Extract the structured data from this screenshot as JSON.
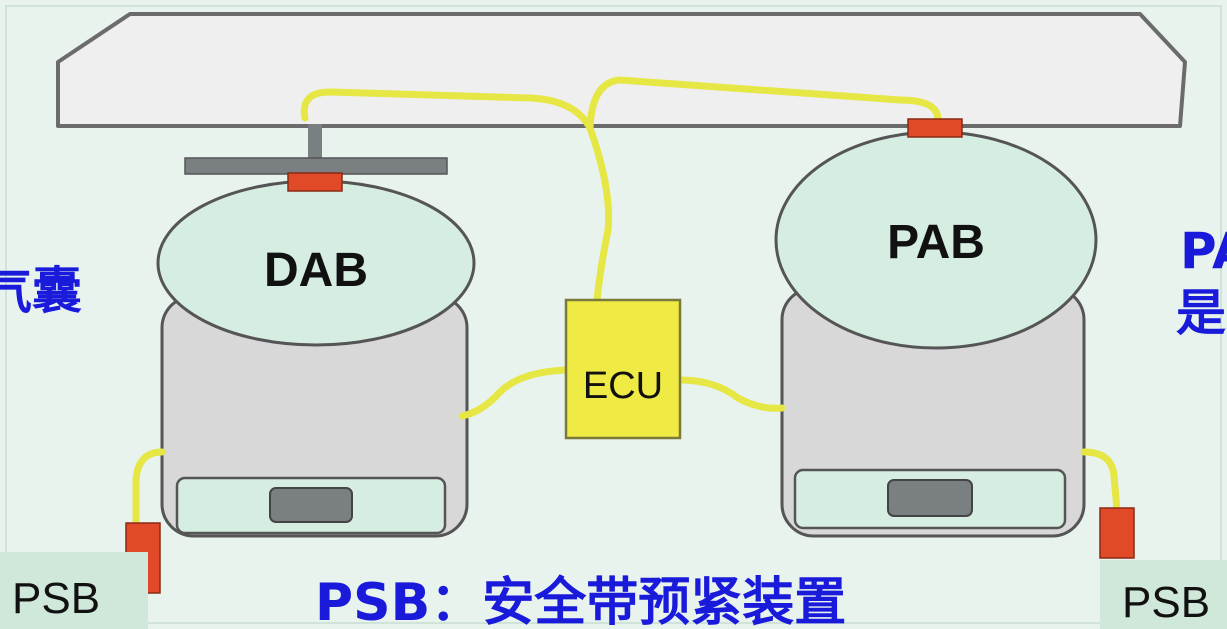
{
  "colors": {
    "background": "#e8f3ee",
    "dashboard": "#eeeeee",
    "airbag": "#d6eee2",
    "seat_body": "#d8d8d8",
    "cushion": "#d6eee2",
    "wire": "#e6e645",
    "connector": "#e04a28",
    "ecu_fill": "#f0ea44",
    "steering": "#7a7f82",
    "label_blue": "#1a1adb",
    "psb_box": "#cfe8d9"
  },
  "labels": {
    "dab": "DAB",
    "pab": "PAB",
    "ecu": "ECU",
    "psb_left": "PSB",
    "psb_right": "PSB",
    "psb_caption": "PSB：安全带预紧装置",
    "left_edge_text": "气囊",
    "right_edge_line1": "PA",
    "right_edge_line2": "是"
  }
}
